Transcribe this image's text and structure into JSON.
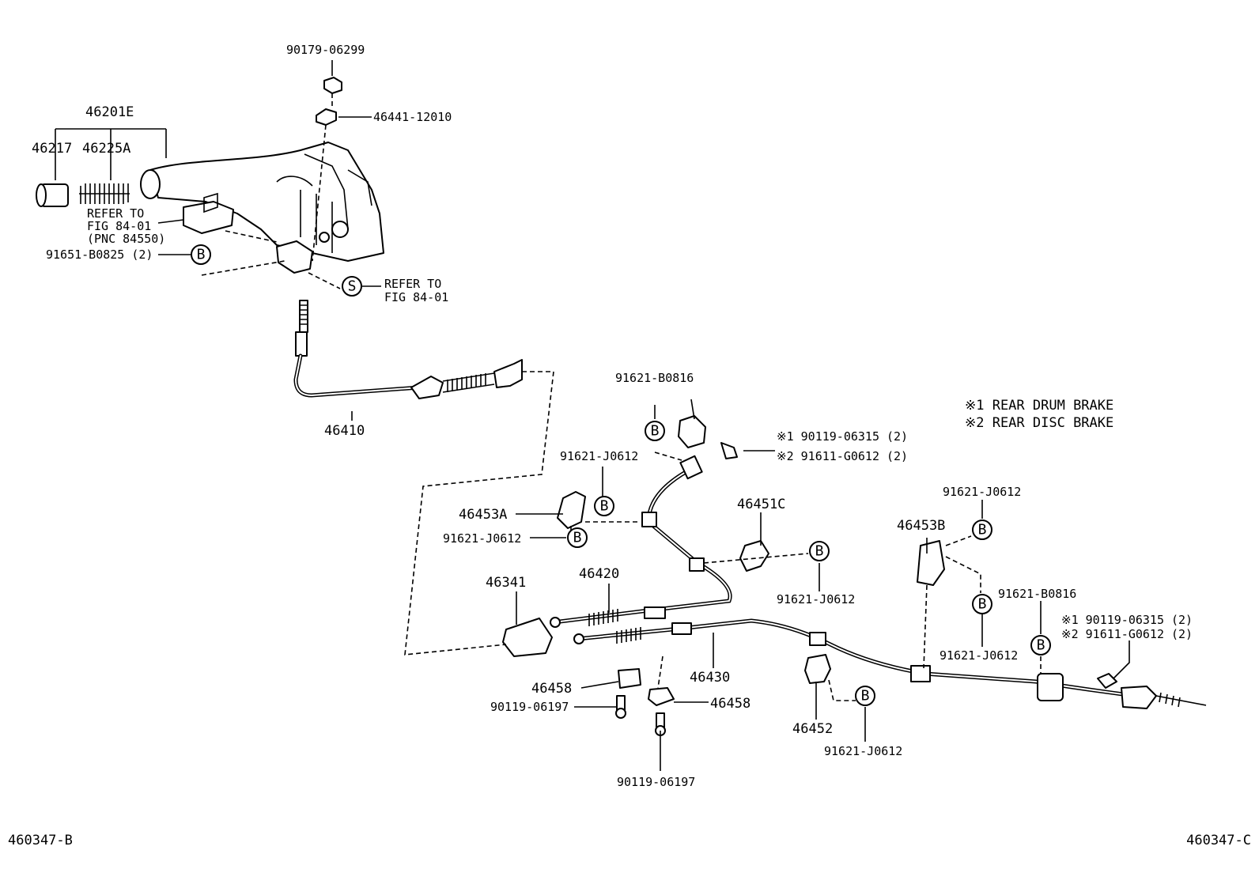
{
  "legend": {
    "line1": "※1 REAR DRUM BRAKE",
    "line2": "※2 REAR DISC BRAKE"
  },
  "footer": {
    "left_code": "460347-B",
    "right_code": "460347-C"
  },
  "callout_letters": {
    "b": "B",
    "s": "S"
  },
  "labels": {
    "p90179_06299": "90179-06299",
    "p46441_12010": "46441-12010",
    "p46201e": "46201E",
    "p46217": "46217",
    "p46225a": "46225A",
    "refer_to_1": "REFER TO",
    "fig_84_01_a": "FIG 84-01",
    "pnc_84550": "(PNC 84550)",
    "p91651_b0825": "91651-B0825 (2)",
    "refer_to_2": "REFER TO",
    "fig_84_01_b": "FIG 84-01",
    "p46410": "46410",
    "p91621_b0816_top": "91621-B0816",
    "note1_90119_06315_top": "※1  90119-06315 (2)",
    "note2_91611_g0612_top": "※2  91611-G0612 (2)",
    "p91621_j0612_a": "91621-J0612",
    "p46453a": "46453A",
    "p91621_j0612_b": "91621-J0612",
    "p46451c": "46451C",
    "p91621_j0612_c": "91621-J0612",
    "p46420": "46420",
    "p46341": "46341",
    "p46430": "46430",
    "p46458_a": "46458",
    "p90119_06197_a": "90119-06197",
    "p46458_b": "46458",
    "p90119_06197_b": "90119-06197",
    "p46452": "46452",
    "p91621_j0612_d": "91621-J0612",
    "p91621_j0612_e": "91621-J0612",
    "p46453b": "46453B",
    "p91621_b0816_right": "91621-B0816",
    "p91621_j0612_f": "91621-J0612",
    "note1_90119_06315_right": "※1 90119-06315 (2)",
    "note2_91611_g0612_right": "※2 91611-G0612 (2)"
  }
}
